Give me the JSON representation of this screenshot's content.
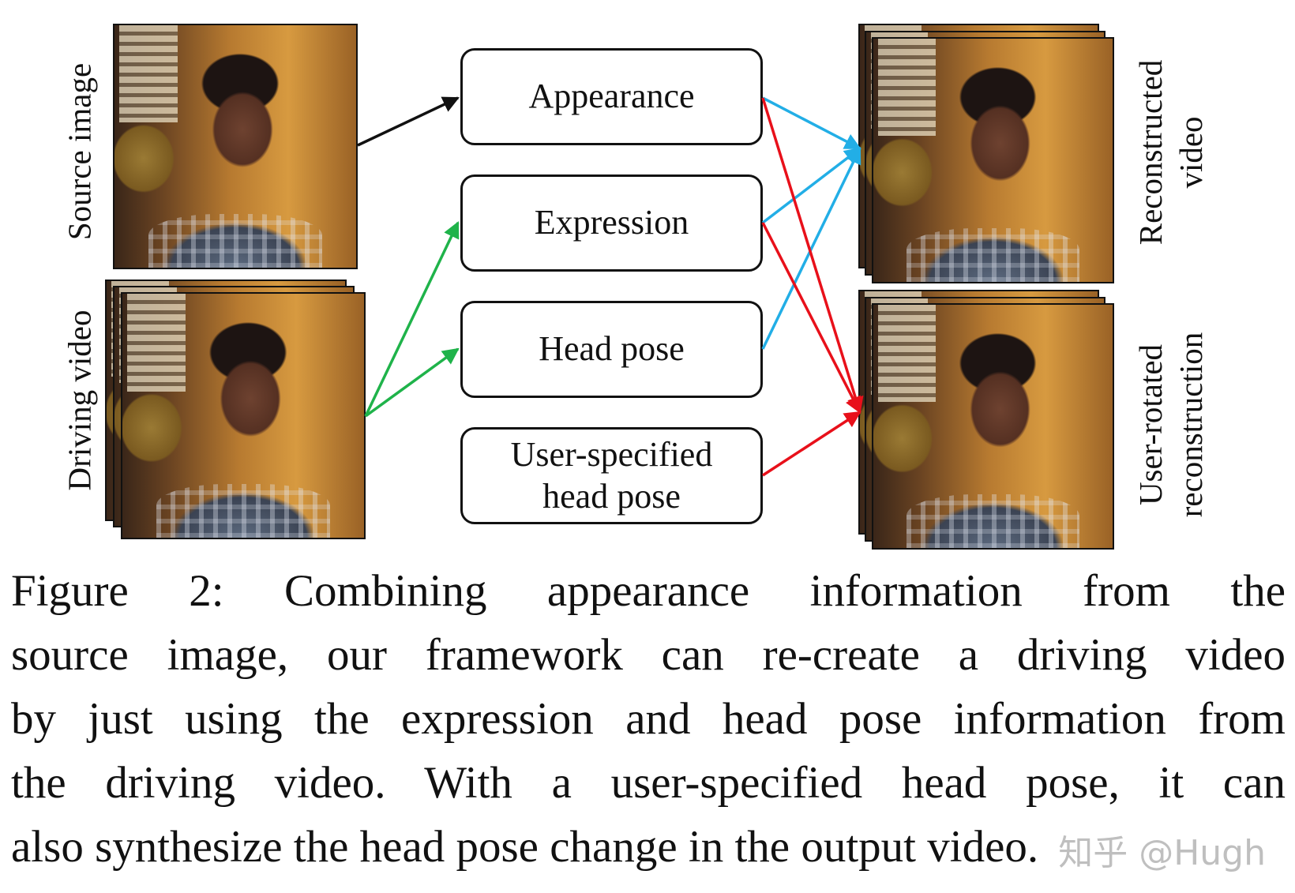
{
  "figure": {
    "labels": {
      "source": "Source image",
      "driving": "Driving video",
      "reconstructed": [
        "Reconstructed",
        "video"
      ],
      "rotated": [
        "User-rotated",
        "reconstruction"
      ]
    },
    "boxes": {
      "appearance": "Appearance",
      "expression": "Expression",
      "head_pose": "Head pose",
      "user_pose": [
        "User-specified",
        "head pose"
      ]
    },
    "arrow_colors": {
      "source": "#111111",
      "driving": "#1fb34a",
      "reconstructed": "#22aee6",
      "rotated": "#e8101a"
    }
  },
  "caption": [
    "Figure 2: Combining appearance information from the",
    "source image, our framework can re-create a driving video",
    "by just using the expression and head pose information from",
    "the driving video. With a user-specified head pose, it can",
    "also synthesize the head pose change in the output video."
  ],
  "watermark": "知乎 @Hugh"
}
